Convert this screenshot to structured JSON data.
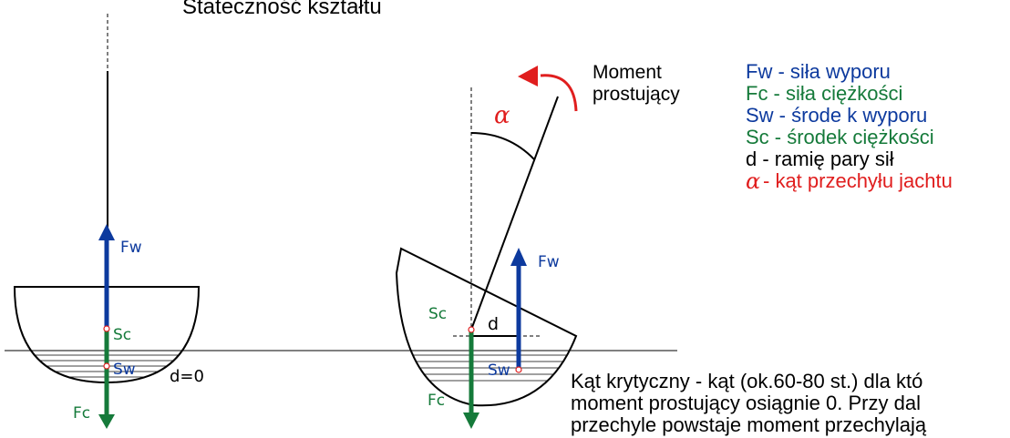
{
  "title": "Stateczność kształtu",
  "colors": {
    "blue": "#0d3a9e",
    "green": "#157a3a",
    "red": "#e01e1e",
    "black": "#000000"
  },
  "upright": {
    "fw_label": "Fw",
    "sc_label": "Sc",
    "sw_label": "Sw",
    "fc_label": "Fc",
    "d_label": "d=0"
  },
  "heeled": {
    "alpha_label": "α",
    "moment_label_1": "Moment",
    "moment_label_2": "prostujący",
    "fw_label": "Fw",
    "sc_label": "Sc",
    "d_label": "d",
    "sw_label": "Sw",
    "fc_label": "Fc"
  },
  "legend": [
    {
      "text": "Fw - siła wyporu",
      "color": "blue"
    },
    {
      "text": "Fc - siła ciężkości",
      "color": "green"
    },
    {
      "text": "Sw - środe k wyporu",
      "color": "blue"
    },
    {
      "text": "Sc - środek ciężkości",
      "color": "green"
    },
    {
      "text": "d - ramię pary sił",
      "color": "black"
    }
  ],
  "legend_alpha": {
    "symbol": "α",
    "text": "- kąt przechyłu jachtu"
  },
  "note": [
    "Kąt krytyczny - kąt (ok.60-80 st.) dla któ",
    "moment prostujący osiągnie 0. Przy dal",
    "przechyle powstaje moment przechylają"
  ]
}
